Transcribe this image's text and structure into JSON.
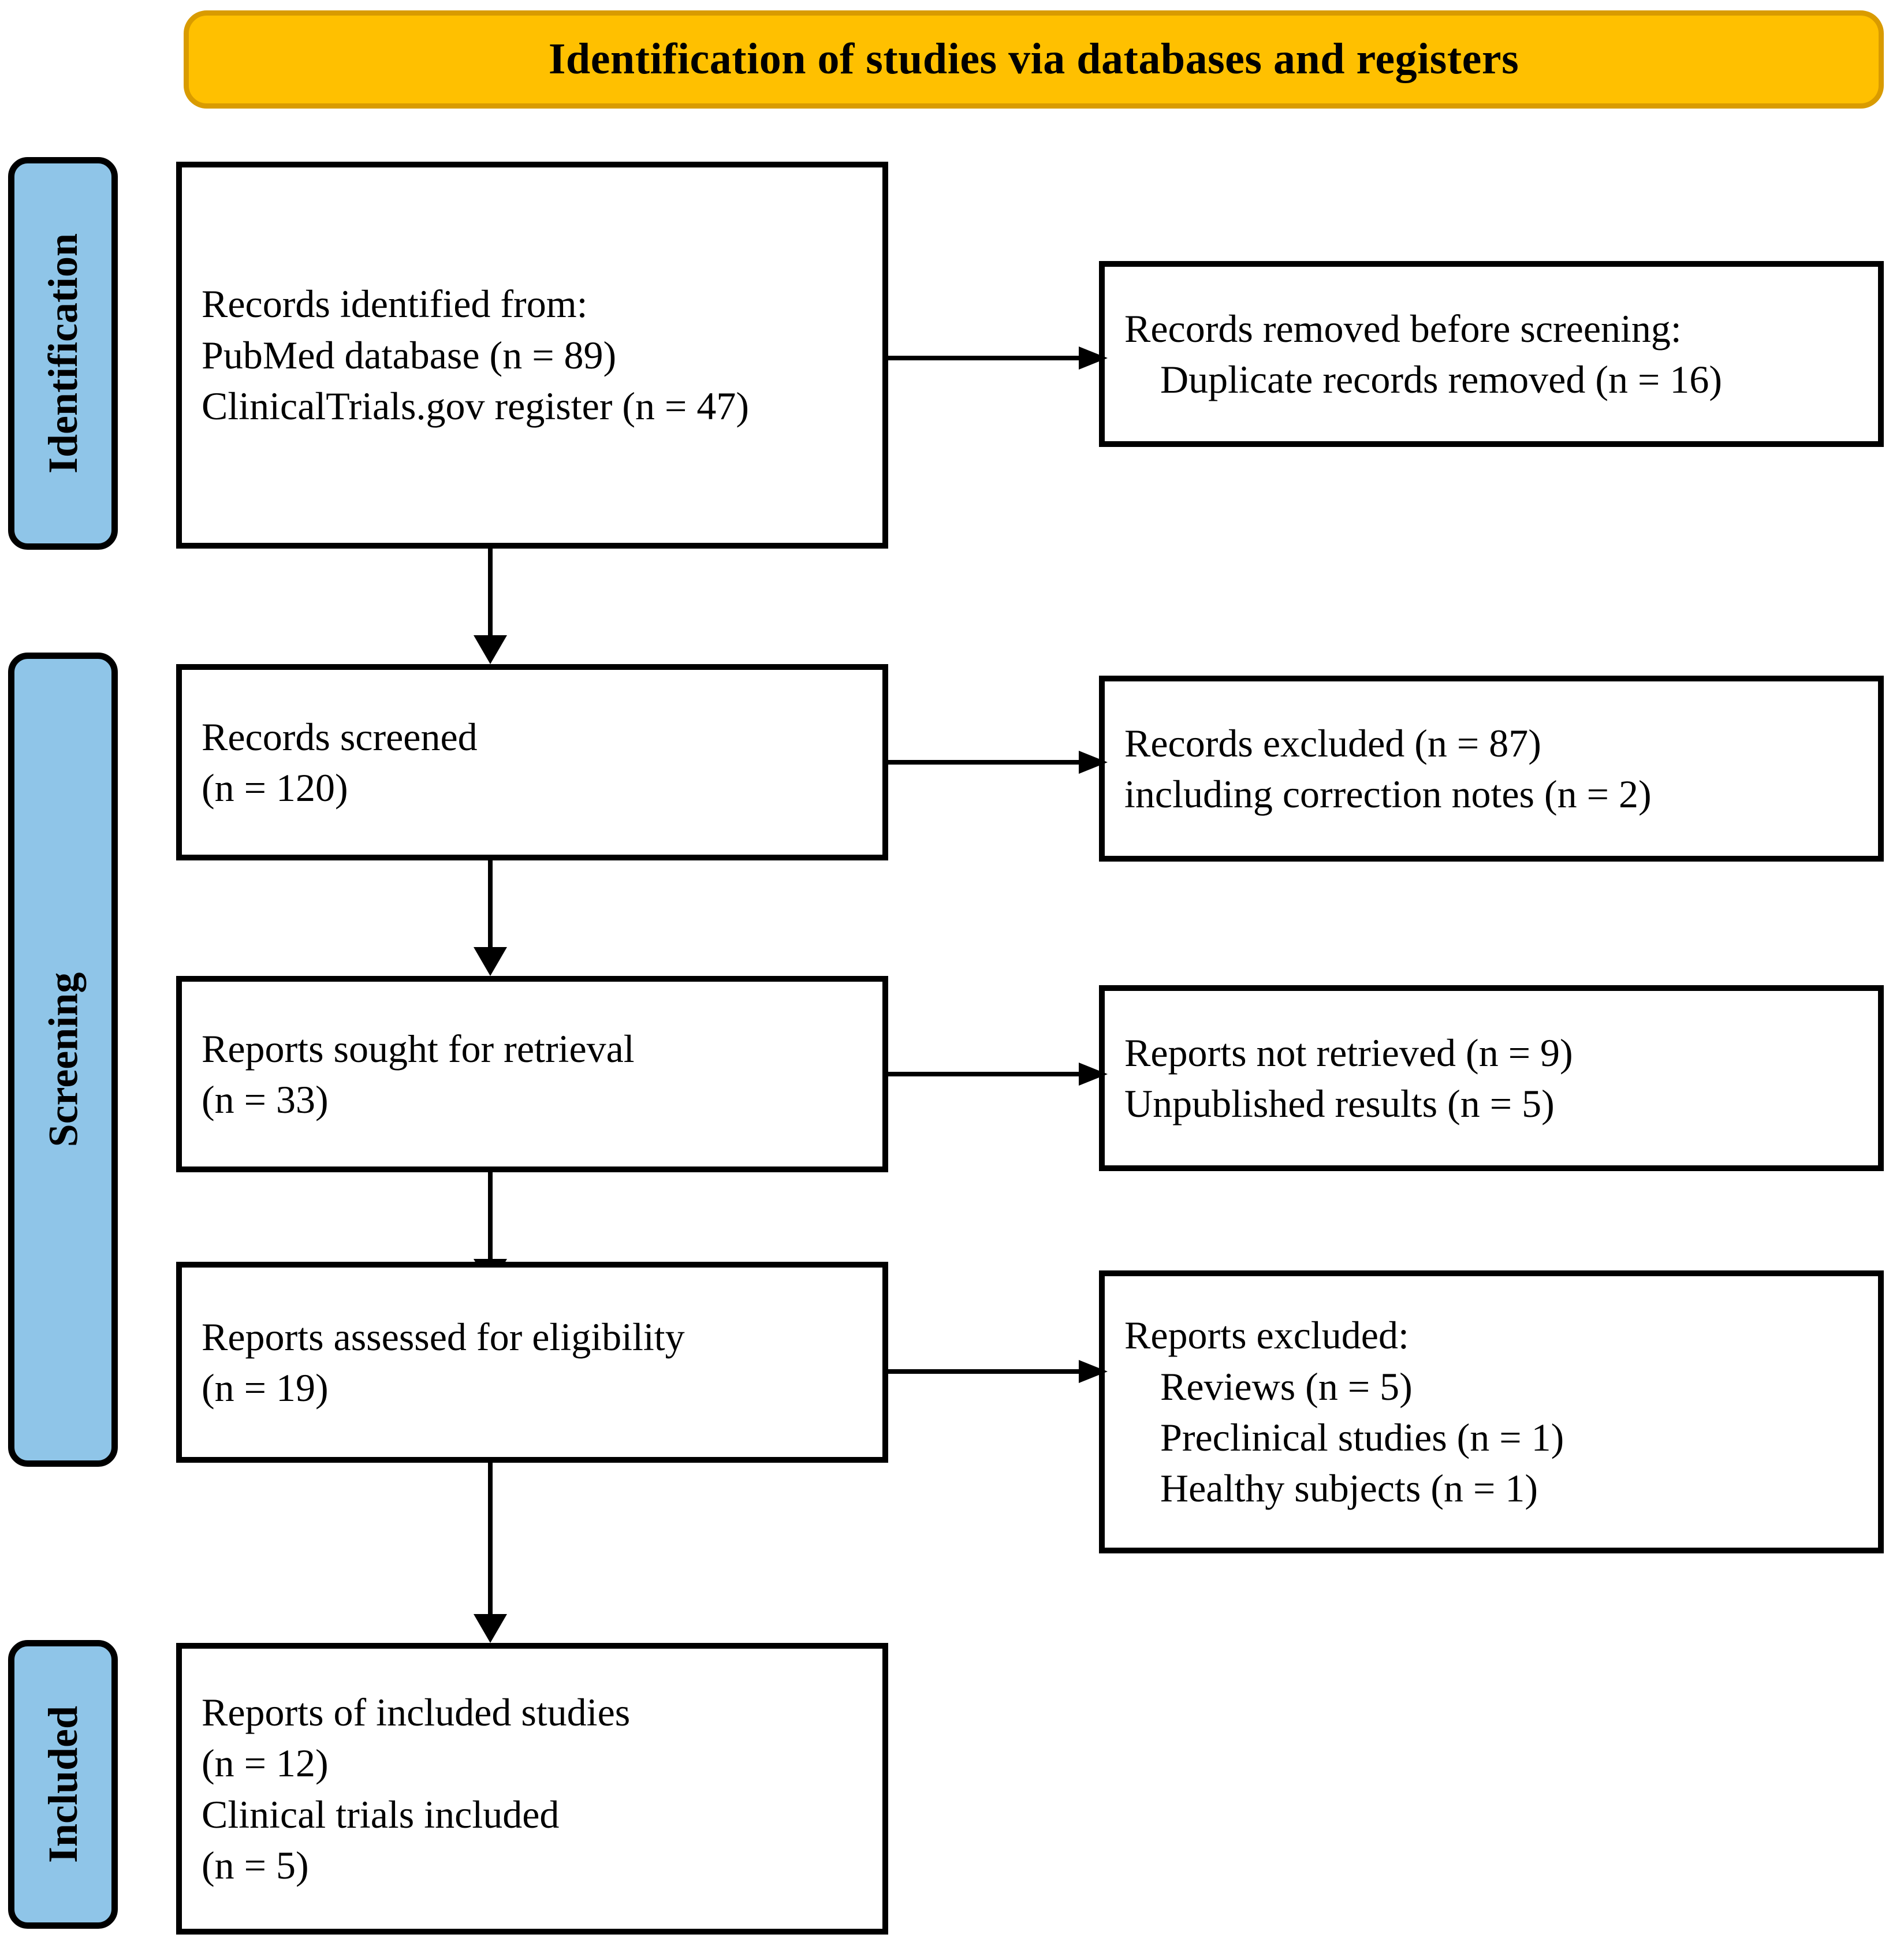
{
  "title": {
    "text": "Identification of studies via databases and registers",
    "fill_color": "#FFC000",
    "border_color": "#D99B00"
  },
  "theme": {
    "stage_fill": "#8FC5E8",
    "stage_border": "#000000",
    "box_border": "#000000",
    "box_fill": "#FFFFFF",
    "text_color": "#000000"
  },
  "stages": [
    {
      "label": "Identification"
    },
    {
      "label": "Screening"
    },
    {
      "label": "Included"
    }
  ],
  "boxes": {
    "identified": {
      "lines": [
        "Records identified from:",
        "PubMed database (n = 89)",
        "ClinicalTrials.gov register (n = 47)"
      ]
    },
    "removed": {
      "lines": [
        "Records removed before screening:",
        "Duplicate records removed (n = 16)"
      ]
    },
    "screened": {
      "lines": [
        "Records screened",
        "(n = 120)"
      ]
    },
    "records_excluded": {
      "lines": [
        "Records excluded (n = 87)",
        "including  correction notes (n = 2)"
      ]
    },
    "sought": {
      "lines": [
        "Reports sought for retrieval",
        "(n = 33)"
      ]
    },
    "not_retrieved": {
      "lines": [
        "Reports not retrieved (n = 9)",
        "Unpublished results (n = 5)"
      ]
    },
    "assessed": {
      "lines": [
        "Reports assessed for eligibility",
        "(n = 19)"
      ]
    },
    "reports_excluded": {
      "lines": [
        "Reports excluded:",
        "Reviews (n = 5)",
        "Preclinical studies (n = 1)",
        "Healthy subjects (n = 1)"
      ]
    },
    "included": {
      "lines": [
        "Reports of included studies",
        "(n = 12)",
        "Clinical trials included",
        "(n = 5)"
      ]
    }
  },
  "chart_data": {
    "type": "diagram",
    "title": "Identification of studies via databases and registers",
    "flow": [
      {
        "stage": "Identification",
        "node": "Records identified from: PubMed database",
        "n": 89
      },
      {
        "stage": "Identification",
        "node": "Records identified from: ClinicalTrials.gov register",
        "n": 47
      },
      {
        "stage": "Identification",
        "node": "Duplicate records removed",
        "n": 16
      },
      {
        "stage": "Screening",
        "node": "Records screened",
        "n": 120
      },
      {
        "stage": "Screening",
        "node": "Records excluded",
        "n": 87
      },
      {
        "stage": "Screening",
        "node": "including correction notes",
        "n": 2
      },
      {
        "stage": "Screening",
        "node": "Reports sought for retrieval",
        "n": 33
      },
      {
        "stage": "Screening",
        "node": "Reports not retrieved",
        "n": 9
      },
      {
        "stage": "Screening",
        "node": "Unpublished results",
        "n": 5
      },
      {
        "stage": "Screening",
        "node": "Reports assessed for eligibility",
        "n": 19
      },
      {
        "stage": "Screening",
        "node": "Reports excluded: Reviews",
        "n": 5
      },
      {
        "stage": "Screening",
        "node": "Reports excluded: Preclinical studies",
        "n": 1
      },
      {
        "stage": "Screening",
        "node": "Reports excluded: Healthy subjects",
        "n": 1
      },
      {
        "stage": "Included",
        "node": "Reports of included studies",
        "n": 12
      },
      {
        "stage": "Included",
        "node": "Clinical trials included",
        "n": 5
      }
    ]
  }
}
